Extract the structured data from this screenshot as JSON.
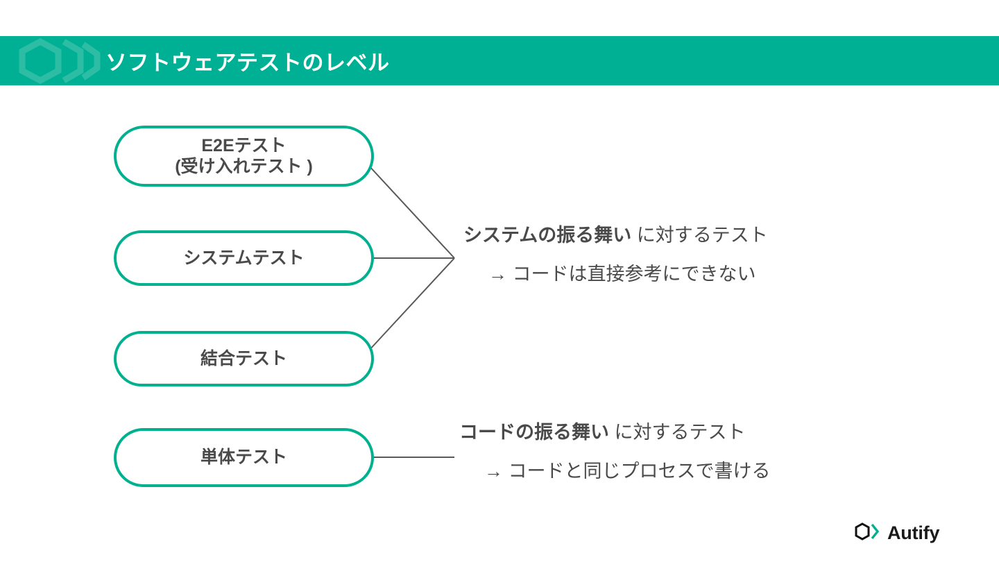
{
  "slide": {
    "title": "ソフトウェアテストのレベル",
    "accent_color": "#00B094",
    "pill_border_color": "#00B08F",
    "text_color": "#4a4a4a",
    "background_color": "#ffffff"
  },
  "levels": [
    {
      "id": "e2e",
      "line1": "E2Eテスト",
      "line2": "(受け入れテスト )"
    },
    {
      "id": "system",
      "line1": "システムテスト",
      "line2": ""
    },
    {
      "id": "integration",
      "line1": "結合テスト",
      "line2": ""
    },
    {
      "id": "unit",
      "line1": "単体テスト",
      "line2": ""
    }
  ],
  "descriptions": [
    {
      "id": "system-behavior",
      "strong": "システムの振る舞い",
      "rest": " に対するテスト",
      "sub": "→ コードは直接参考にできない"
    },
    {
      "id": "code-behavior",
      "strong": "コードの振る舞い",
      "rest": " に対するテスト",
      "sub": "→ コードと同じプロセスで書ける"
    }
  ],
  "logo": {
    "word": "Autify",
    "mark_color_dark": "#111111",
    "mark_color_accent": "#00B08F"
  }
}
